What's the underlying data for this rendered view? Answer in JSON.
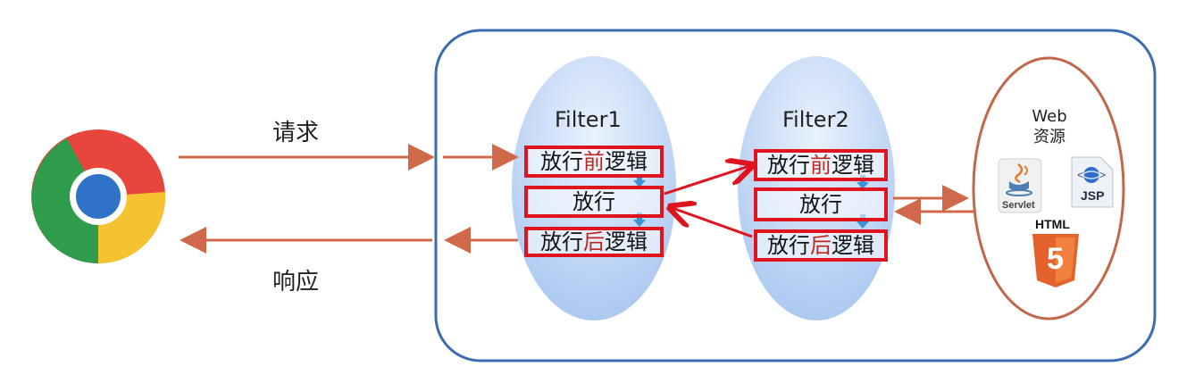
{
  "edges": {
    "request": "请求",
    "response": "响应"
  },
  "filters": [
    {
      "title": "Filter1",
      "pre": {
        "part1": "放行",
        "highlight": "前",
        "part2": "逻辑"
      },
      "pass": "放行",
      "post": {
        "part1": "放行",
        "highlight": "后",
        "part2": "逻辑"
      }
    },
    {
      "title": "Filter2",
      "pre": {
        "part1": "放行",
        "highlight": "前",
        "part2": "逻辑"
      },
      "pass": "放行",
      "post": {
        "part1": "放行",
        "highlight": "后",
        "part2": "逻辑"
      }
    }
  ],
  "web_resources": {
    "title_line1": "Web",
    "title_line2": "资源",
    "servlet_label": "Servlet",
    "jsp_label": "JSP",
    "html_label": "HTML",
    "html_number": "5"
  },
  "colors": {
    "container_border": "#3a6cb0",
    "arrow_orange": "#d0694a",
    "highlight_red": "#e0141e",
    "ellipse_fill": "#bcd3f3",
    "web_ellipse_border": "#c0684a",
    "html5_orange": "#e4632c"
  }
}
